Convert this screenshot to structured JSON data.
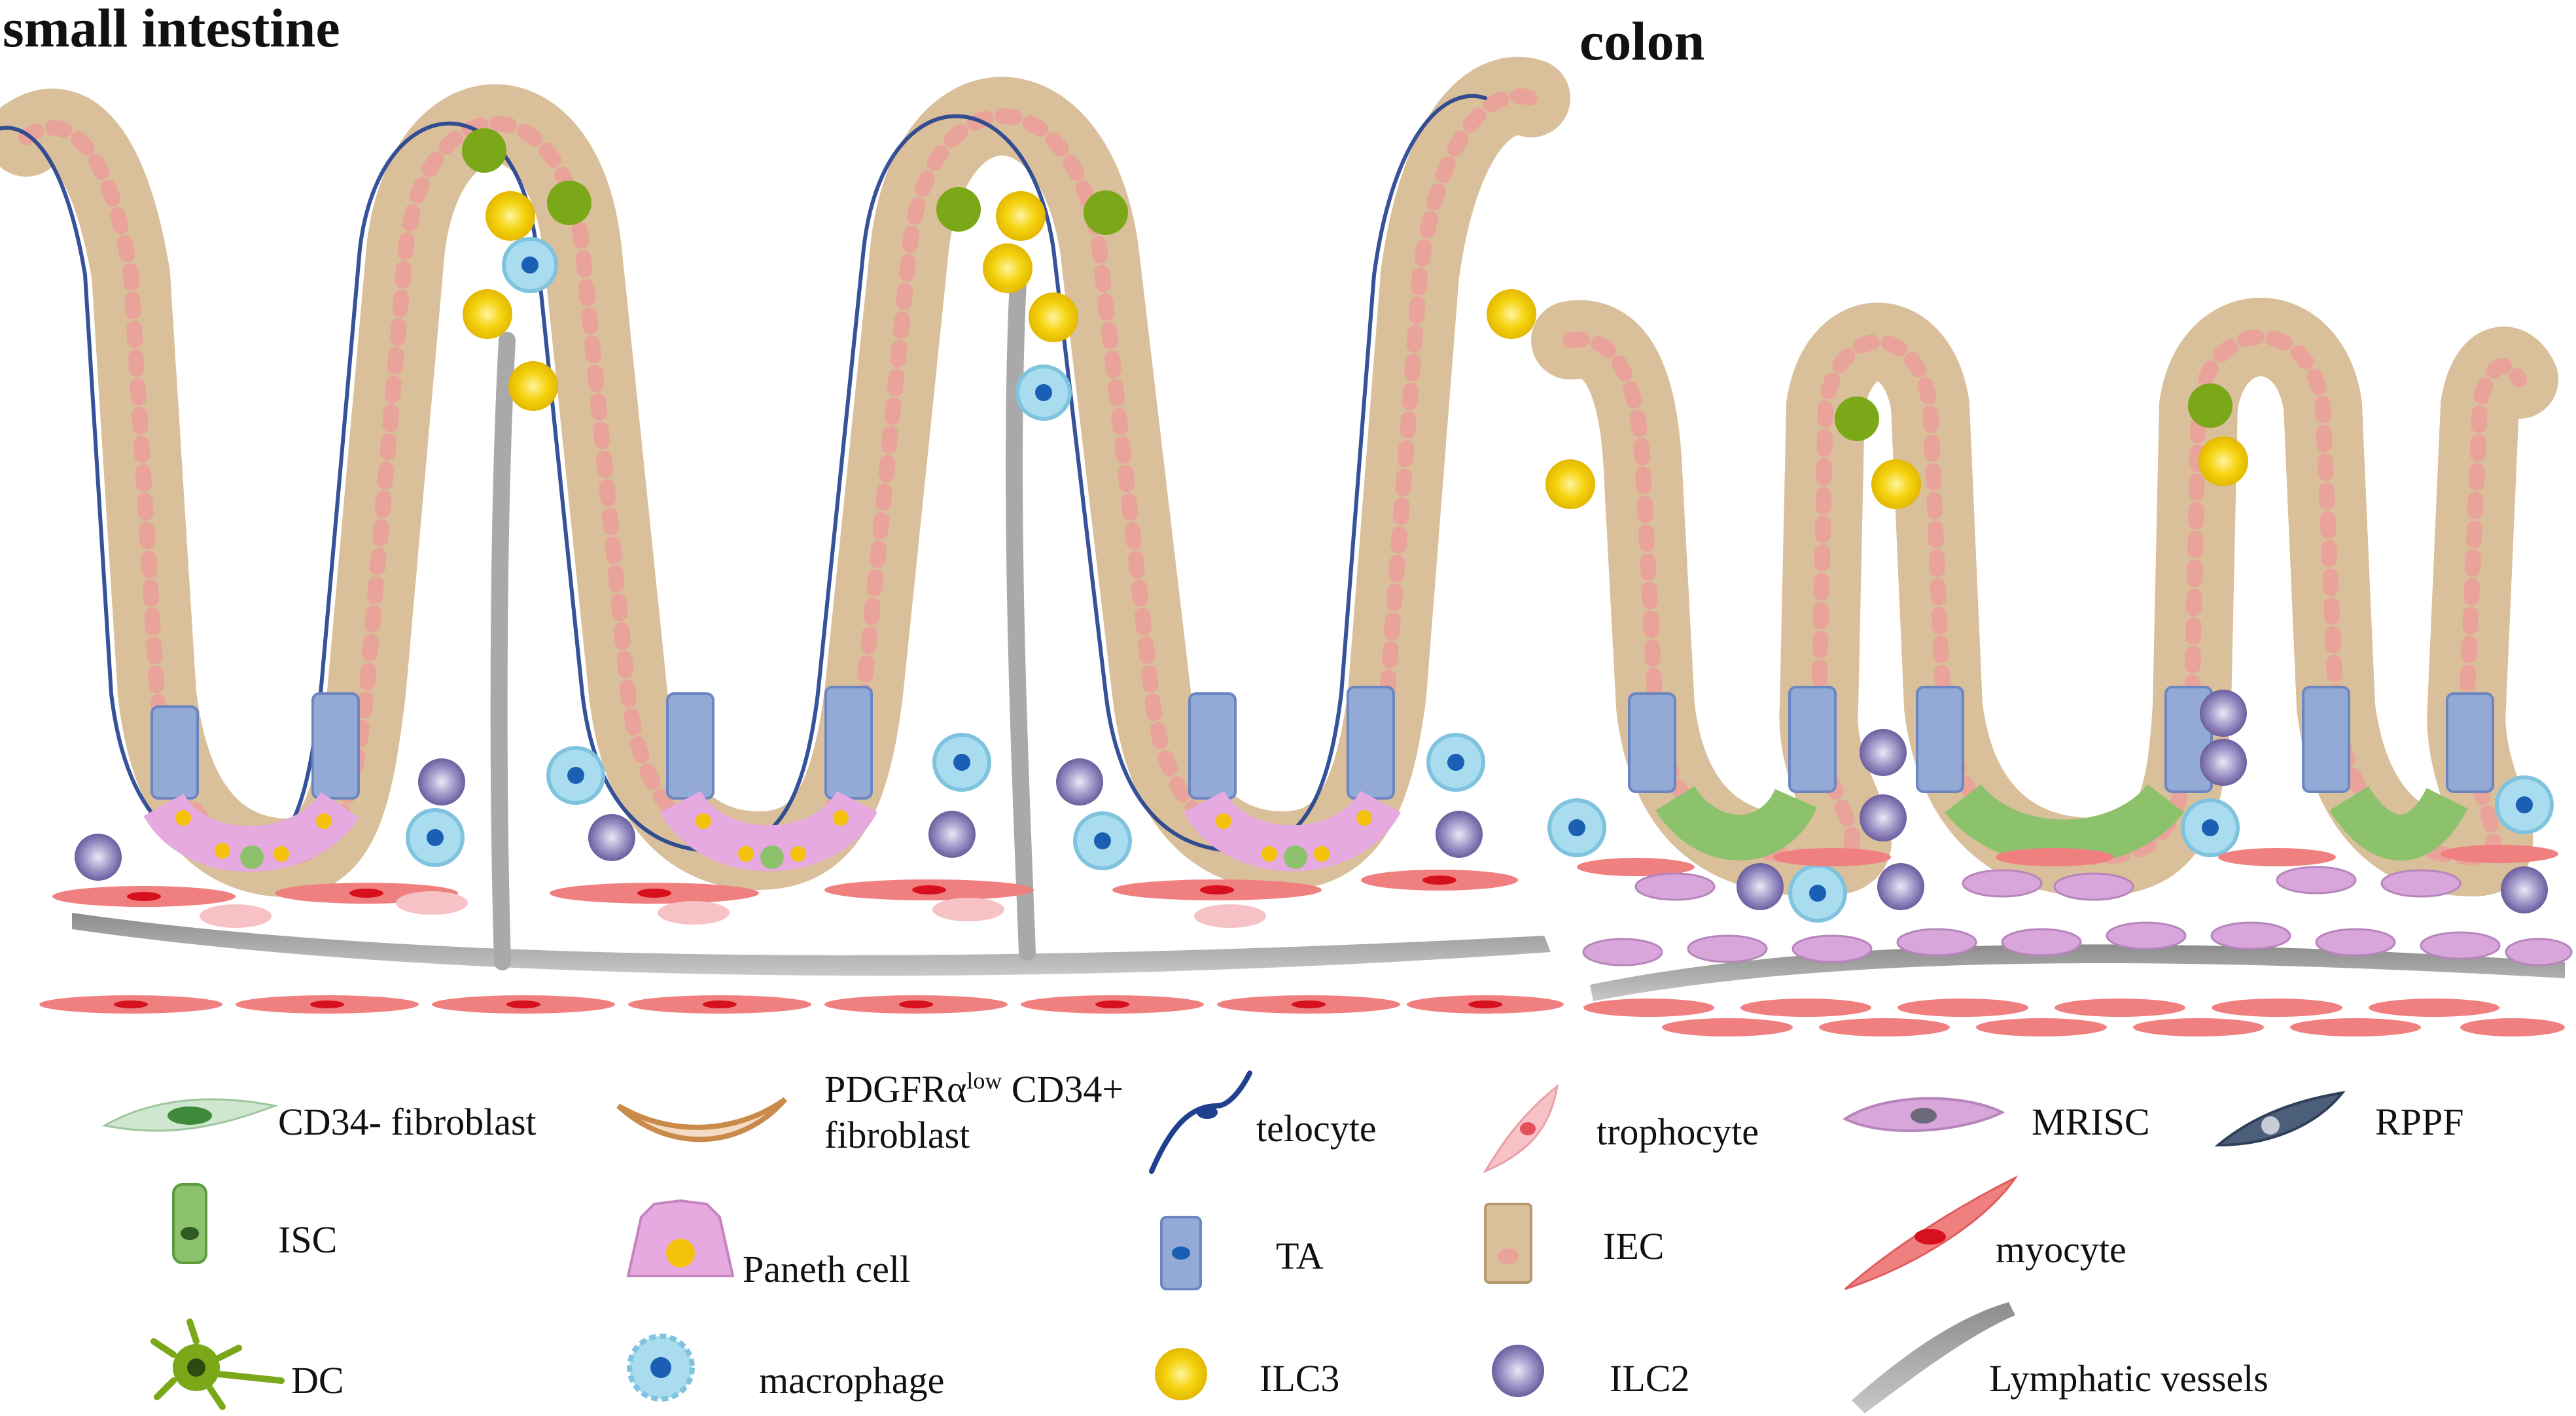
{
  "panels": {
    "small_intestine_title": "small intestine",
    "colon_title": "colon"
  },
  "legend": {
    "cd34_neg_fibroblast": "CD34- fibroblast",
    "pdgfra_low_line1_pre": "PDGFRα",
    "pdgfra_low_sup": "low",
    "pdgfra_low_line1_post": " CD34+",
    "pdgfra_low_line2": "fibroblast",
    "telocyte": "telocyte",
    "trophocyte": "trophocyte",
    "mrisc": "MRISC",
    "rppf": "RPPF",
    "isc": "ISC",
    "paneth": "Paneth cell",
    "ta": "TA",
    "iec": "IEC",
    "myocyte": "myocyte",
    "dc": "DC",
    "macrophage": "macrophage",
    "ilc3": "ILC3",
    "ilc2": "ILC2",
    "lymphatic": "Lymphatic vessels"
  },
  "colors": {
    "iec": "#d9bf9a",
    "iec_nucleus": "#e9a39a",
    "ta": "#93a9d6",
    "isc": "#8cc26b",
    "paneth": "#e6a9e0",
    "paneth_granule": "#f4c20d",
    "telocyte": "#1f3f8f",
    "fibroblast": "#cfe6cf",
    "fibroblast_nucleus": "#3f8a3a",
    "pdgfra": "#c98a4a",
    "ilc3": "#f2d20a",
    "ilc2": "#8d80b8",
    "macrophage": "#a9dcef",
    "dc": "#7aa818",
    "myocyte": "#f08080",
    "myocyte_nucleus": "#d7101d",
    "lymphatic": "#a7a7a7",
    "mrisc": "#d8a6da",
    "rppf": "#4c5f7a",
    "trophocyte": "#f6c2c6"
  }
}
